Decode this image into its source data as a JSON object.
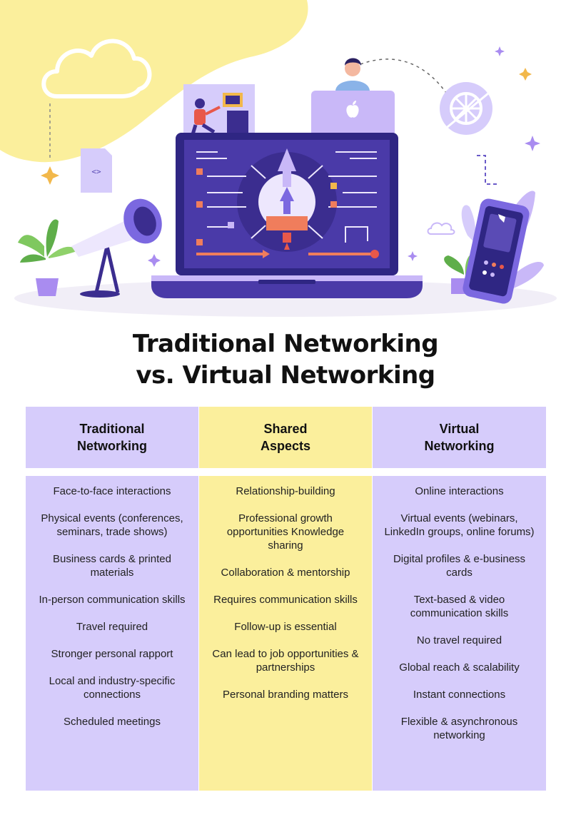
{
  "title": {
    "line1": "Traditional Networking",
    "line2": "vs. Virtual Networking"
  },
  "illustration": {
    "icons": [
      "cloud-icon",
      "laptop-icon",
      "megaphone-icon",
      "smartphone-icon",
      "plant-icon",
      "document-icon",
      "aperture-icon",
      "apple-logo-icon"
    ],
    "document_code": "<>",
    "colors": {
      "purple": "#4a3aa8",
      "lavender": "#c9b8f8",
      "yellow": "#fbef9c",
      "orange": "#f07d5c",
      "red": "#e8584a"
    }
  },
  "columns": [
    {
      "head1": "Traditional",
      "head2": "Networking",
      "color": "#d6ccfb",
      "items": [
        "Face-to-face interactions",
        "Physical events (conferences, seminars, trade shows)",
        "Business cards & printed materials",
        "In-person communication skills",
        "Travel required",
        "Stronger personal rapport",
        "Local and industry-specific connections",
        "Scheduled meetings"
      ]
    },
    {
      "head1": "Shared",
      "head2": "Aspects",
      "color": "#fbef9c",
      "items": [
        "Relationship-building",
        "Professional growth opportunities Knowledge sharing",
        "Collaboration & mentorship",
        "Requires communication skills",
        "Follow-up is essential",
        "Can lead to job opportunities & partnerships",
        "Personal branding matters"
      ]
    },
    {
      "head1": "Virtual",
      "head2": "Networking",
      "color": "#d6ccfb",
      "items": [
        "Online interactions",
        "Virtual events (webinars, LinkedIn groups, online forums)",
        "Digital profiles & e-business cards",
        "Text-based & video communication skills",
        "No travel required",
        "Global reach & scalability",
        "Instant connections",
        "Flexible & asynchronous networking"
      ]
    }
  ]
}
